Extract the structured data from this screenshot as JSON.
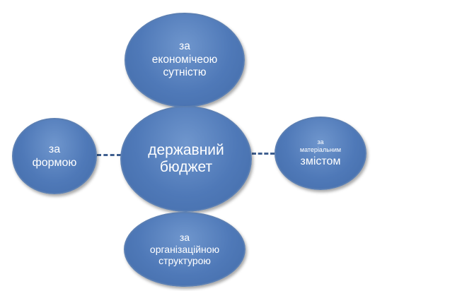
{
  "diagram": {
    "center": {
      "lines": [
        "державний",
        "бюджет"
      ]
    },
    "top": {
      "lines": [
        "за",
        "економічеою",
        "сутністю"
      ]
    },
    "left": {
      "lines": [
        "за",
        "формою"
      ]
    },
    "right": {
      "small_lines": [
        "за",
        "матеріальним"
      ],
      "main": "змістом"
    },
    "bottom": {
      "lines": [
        "за",
        "організаційною",
        "структурою"
      ]
    }
  },
  "colors": {
    "node_fill": "#4f79b8",
    "node_text": "#ffffff",
    "connector": "#3f5f8f"
  }
}
